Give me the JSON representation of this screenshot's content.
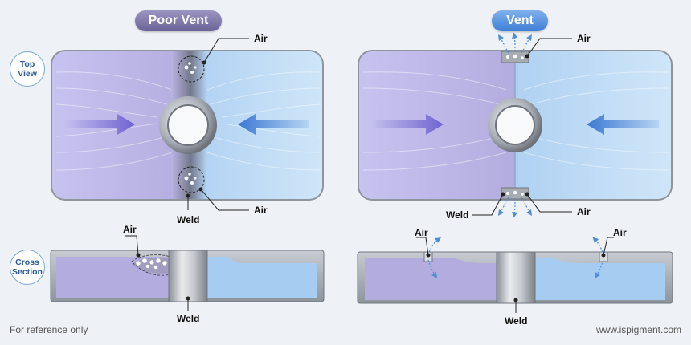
{
  "panels": {
    "poor": {
      "title": "Poor Vent"
    },
    "vent": {
      "title": "Vent"
    }
  },
  "view_labels": {
    "top": "Top View",
    "top_line1": "Top",
    "top_line2": "View",
    "cross_line1": "Cross",
    "cross_line2": "Section"
  },
  "labels": {
    "air": "Air",
    "weld": "Weld"
  },
  "footer": {
    "left": "For reference only",
    "right": "www.ispigment.com"
  },
  "colors": {
    "left_fill": "#b9b5ea",
    "right_fill": "#bcdcf4",
    "frame": "#9aa0a8",
    "arrow_left": "#8a7fd9",
    "arrow_right": "#4e86d6",
    "poor_pill": "#7a74aa",
    "vent_pill": "#4d8ce0"
  }
}
